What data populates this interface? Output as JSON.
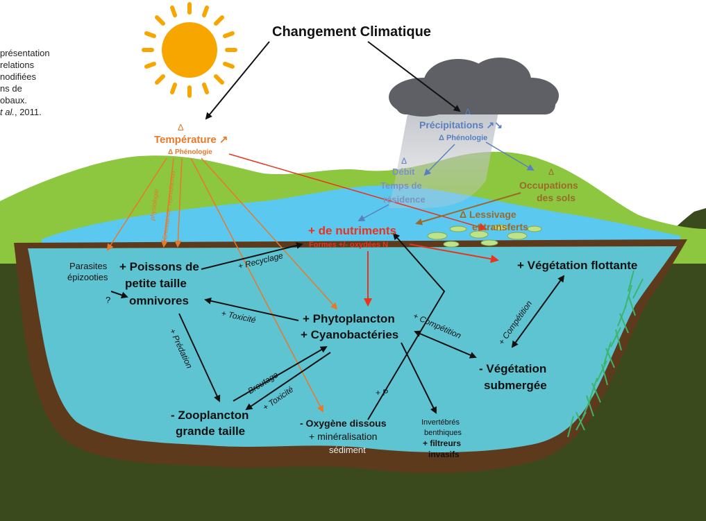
{
  "caption": {
    "lines": [
      "présentation",
      "relations",
      "nodifiées",
      "ns de",
      "obaux."
    ],
    "ref_italic": "t al.",
    "ref_rest": ", 2011."
  },
  "title": "Changement Climatique",
  "climate": {
    "delta": "Δ",
    "temperature": "Température ↗",
    "phenologie": "Δ Phénologie",
    "precipitations": "Précipitations ↗↘",
    "precip_phenologie": "Δ Phénologie",
    "debit_lines": [
      "Débit",
      "Temps de",
      "résidence"
    ],
    "occupations_lines": [
      "Occupations",
      "des sols"
    ],
    "lessivage_lines": [
      "Δ Lessivage",
      "et transferts"
    ]
  },
  "lake": {
    "nutriments": "+ de nutriments",
    "formes": "Formes +/- oxydées N",
    "vegetation_flottante": "+ Végétation flottante",
    "parasites_lines": [
      "Parasites",
      "épizooties"
    ],
    "question": "?",
    "poissons_lines": [
      "+ Poissons de",
      "petite taille",
      "omnivores"
    ],
    "phyto_lines": [
      "+ Phytoplancton",
      "+ Cyanobactéries"
    ],
    "vegetation_submergee_lines": [
      "-  Végétation",
      "submergée"
    ],
    "zooplancton_lines": [
      "- Zooplancton",
      "grande taille"
    ],
    "oxygene_lines": [
      "- Oxygène dissous",
      "+ minéralisation"
    ],
    "sediment": "sédiment",
    "invertebres_lines": [
      "Invertébrés",
      "benthiques",
      "+ filtreurs",
      "invasifs"
    ],
    "plus_p": "+ P"
  },
  "arrow_labels": {
    "physiologie": "physiologie",
    "croissance": "Croissance, reproduction",
    "recyclage": "+ Recyclage",
    "toxicite_poissons": "+ Toxicité",
    "predation": "+ Prédation",
    "broutage": "- Broutage",
    "toxicite_zoo": "+ Toxicité",
    "competition_phyto": "+ Compétition",
    "competition_veg": "+ Compétition"
  },
  "colors": {
    "sky": "#ffffff",
    "hill_green": "#8dc63f",
    "lake_surface": "#5bc8f0",
    "water": "#5ec4d2",
    "soil": "#5e3a1c",
    "ground": "#3a4a1c",
    "sun": "#f7a600",
    "cloud": "#5f6065",
    "orange": "#e8792a",
    "red": "#e8341c",
    "blue": "#5a7fc0",
    "brown": "#9a6a2a",
    "black": "#111111"
  }
}
